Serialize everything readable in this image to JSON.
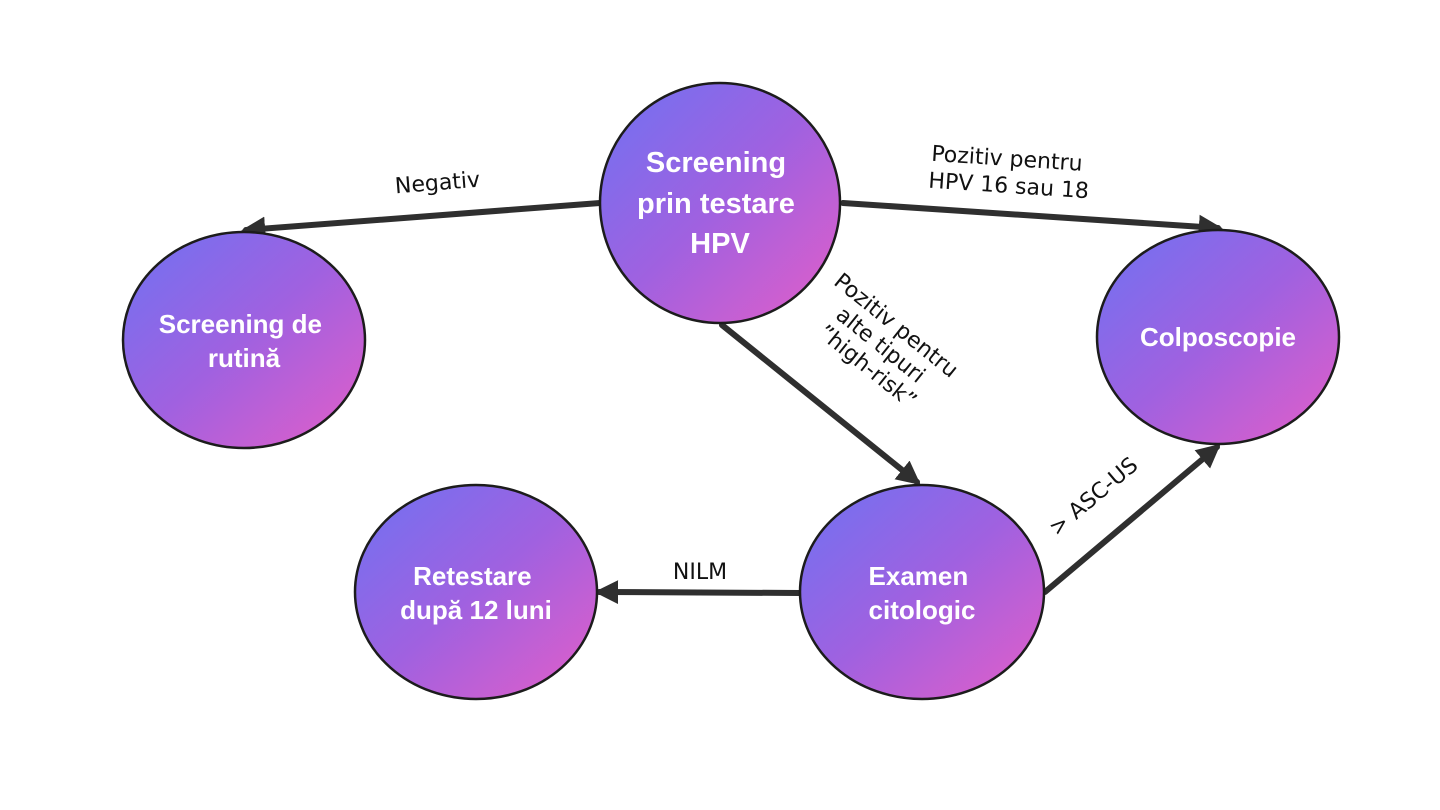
{
  "colors": {
    "node_gradient_start": "#6f72f2",
    "node_gradient_mid": "#a061e0",
    "node_gradient_end": "#e45ec8",
    "node_border": "#1c1c1c",
    "arrow": "#2f2f2f"
  },
  "nodes": {
    "hpv_test": {
      "lines": [
        "Screening",
        "prin testare",
        "HPV"
      ]
    },
    "routine": {
      "lines": [
        "Screening de",
        "rutină"
      ]
    },
    "colposcopy": {
      "lines": [
        "Colposcopie"
      ]
    },
    "cytology": {
      "lines": [
        "Examen",
        "citologic"
      ]
    },
    "retest": {
      "lines": [
        "Retestare",
        "după 12 luni"
      ]
    }
  },
  "edges": {
    "negative": {
      "lines": [
        "Negativ"
      ]
    },
    "hpv16_18": {
      "lines": [
        "Pozitiv pentru",
        "HPV 16 sau 18"
      ]
    },
    "other_high_risk": {
      "lines": [
        "Pozitiv pentru",
        "alte tipuri",
        "”high-risk”"
      ]
    },
    "asc_us": {
      "lines": [
        "> ASC-US"
      ]
    },
    "nilm": {
      "lines": [
        "NILM"
      ]
    }
  }
}
